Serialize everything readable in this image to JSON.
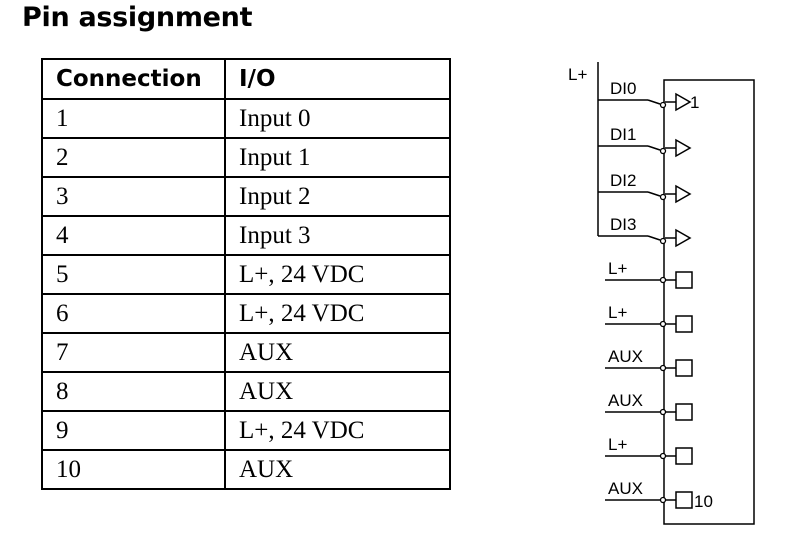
{
  "page": {
    "title": "Pin assignment"
  },
  "table": {
    "headers": [
      "Connection",
      "I/O"
    ],
    "rows": [
      [
        "1",
        "Input 0"
      ],
      [
        "2",
        "Input 1"
      ],
      [
        "3",
        "Input 2"
      ],
      [
        "4",
        "Input 3"
      ],
      [
        "5",
        "L+, 24 VDC"
      ],
      [
        "6",
        "L+, 24 VDC"
      ],
      [
        "7",
        "AUX"
      ],
      [
        "8",
        "AUX"
      ],
      [
        "9",
        "L+, 24 VDC"
      ],
      [
        "10",
        "AUX"
      ]
    ]
  },
  "diagram": {
    "supply_label": "L+",
    "input_labels": [
      "DI0",
      "DI1",
      "DI2",
      "DI3"
    ],
    "terminal_labels": [
      "L+",
      "L+",
      "AUX",
      "AUX",
      "L+",
      "AUX"
    ],
    "first_pin_number": "1",
    "last_pin_number": "10"
  }
}
